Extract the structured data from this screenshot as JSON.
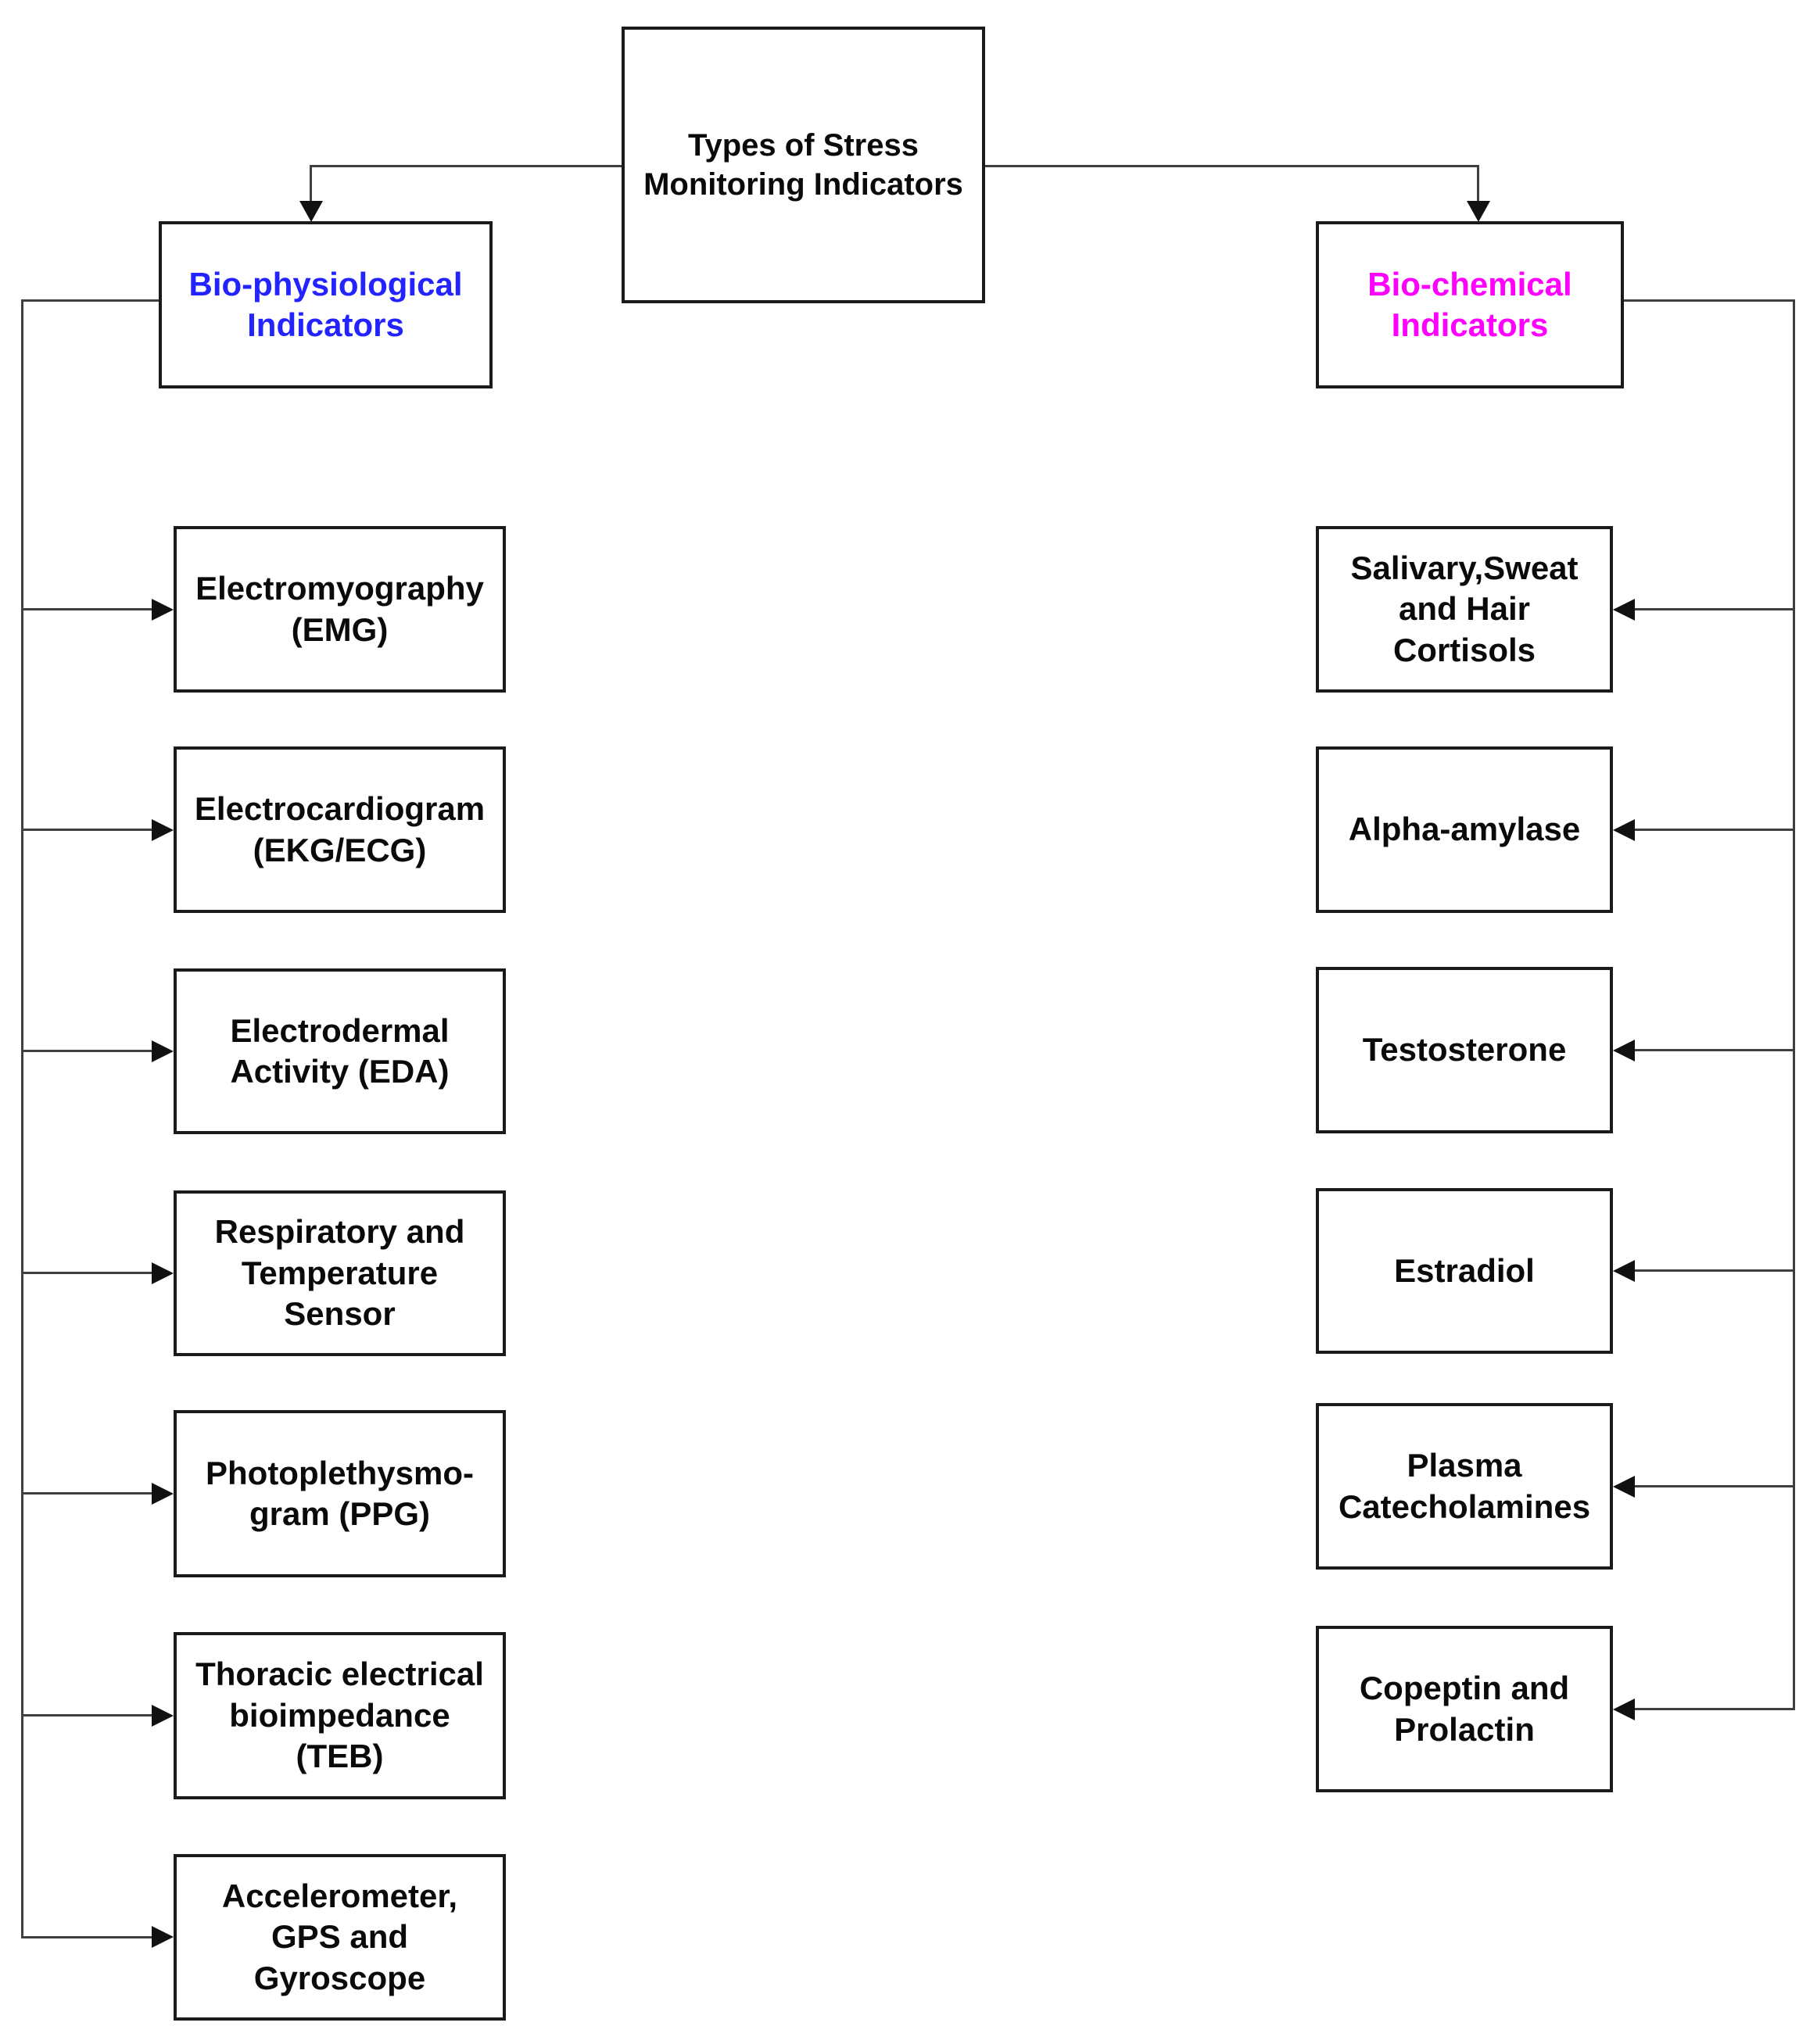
{
  "title": "Types of Stress\nMonitoring Indicators",
  "left_branch": {
    "label": "Bio-physiological\nIndicators",
    "label_color": "#2323ff",
    "items": [
      "Electromyography\n(EMG)",
      "Electrocardiogram\n(EKG/ECG)",
      "Electrodermal\nActivity (EDA)",
      "Respiratory and\nTemperature\nSensor",
      "Photoplethysmo-\ngram (PPG)",
      "Thoracic electrical\nbioimpedance\n(TEB)",
      "Accelerometer,\nGPS and\nGyroscope"
    ]
  },
  "right_branch": {
    "label": "Bio-chemical\nIndicators",
    "label_color": "#ff00ff",
    "items": [
      "Salivary,Sweat\nand Hair\nCortisols",
      "Alpha-amylase",
      "Testosterone",
      "Estradiol",
      "Plasma\nCatecholamines",
      "Copeptin and\nProlactin"
    ]
  },
  "styles": {
    "box_border_color": "#1a1a1a",
    "connector_color": "#3f3f3f",
    "text_color": "#0a0a0a",
    "background": "#ffffff"
  }
}
